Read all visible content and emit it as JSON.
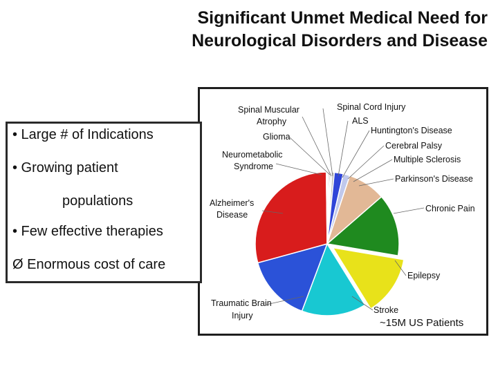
{
  "slide": {
    "title_line1": "Significant Unmet Medical Need for",
    "title_line2": "Neurological Disorders and Disease"
  },
  "bullets": {
    "b1": "• Large # of Indications",
    "b2": "• Growing patient",
    "b2b": "populations",
    "b3": "• Few effective therapies",
    "b4": "Ø  Enormous cost of care"
  },
  "chart_data": {
    "type": "pie",
    "title": "",
    "note": "~15M US Patients",
    "slices": [
      {
        "label": "Spinal Muscular Atrophy",
        "value": 0.2,
        "color": "#9a9a9a"
      },
      {
        "label": "Spinal Cord Injury",
        "value": 0.3,
        "color": "#c06060"
      },
      {
        "label": "ALS",
        "value": 0.3,
        "color": "#888888"
      },
      {
        "label": "Huntington's Disease",
        "value": 0.3,
        "color": "#b2b2b2"
      },
      {
        "label": "Cerebral Palsy",
        "value": 0.5,
        "color": "#b6b6b6"
      },
      {
        "label": "Multiple Sclerosis",
        "value": 2.0,
        "color": "#2f45d8"
      },
      {
        "label": "Parkinson's Disease",
        "value": 1.5,
        "color": "#c0c8ec"
      },
      {
        "label": "Chronic Pain",
        "value": 8.5,
        "color": "#e2b896"
      },
      {
        "label": "Epilepsy",
        "value": 14.0,
        "color": "#1f8a1f"
      },
      {
        "label": "Stroke",
        "value": 13.5,
        "color": "#e8e21a"
      },
      {
        "label": "Traumatic Brain Injury",
        "value": 14.5,
        "color": "#18c8d2"
      },
      {
        "label": "Alzheimer's Disease",
        "value": 15.0,
        "color": "#2b52d8"
      },
      {
        "label": "Neurometabolic Syndrome",
        "value": 29.0,
        "color": "#d81c1c"
      },
      {
        "label": "Glioma",
        "value": 0.2,
        "color": "#c02020"
      }
    ]
  }
}
